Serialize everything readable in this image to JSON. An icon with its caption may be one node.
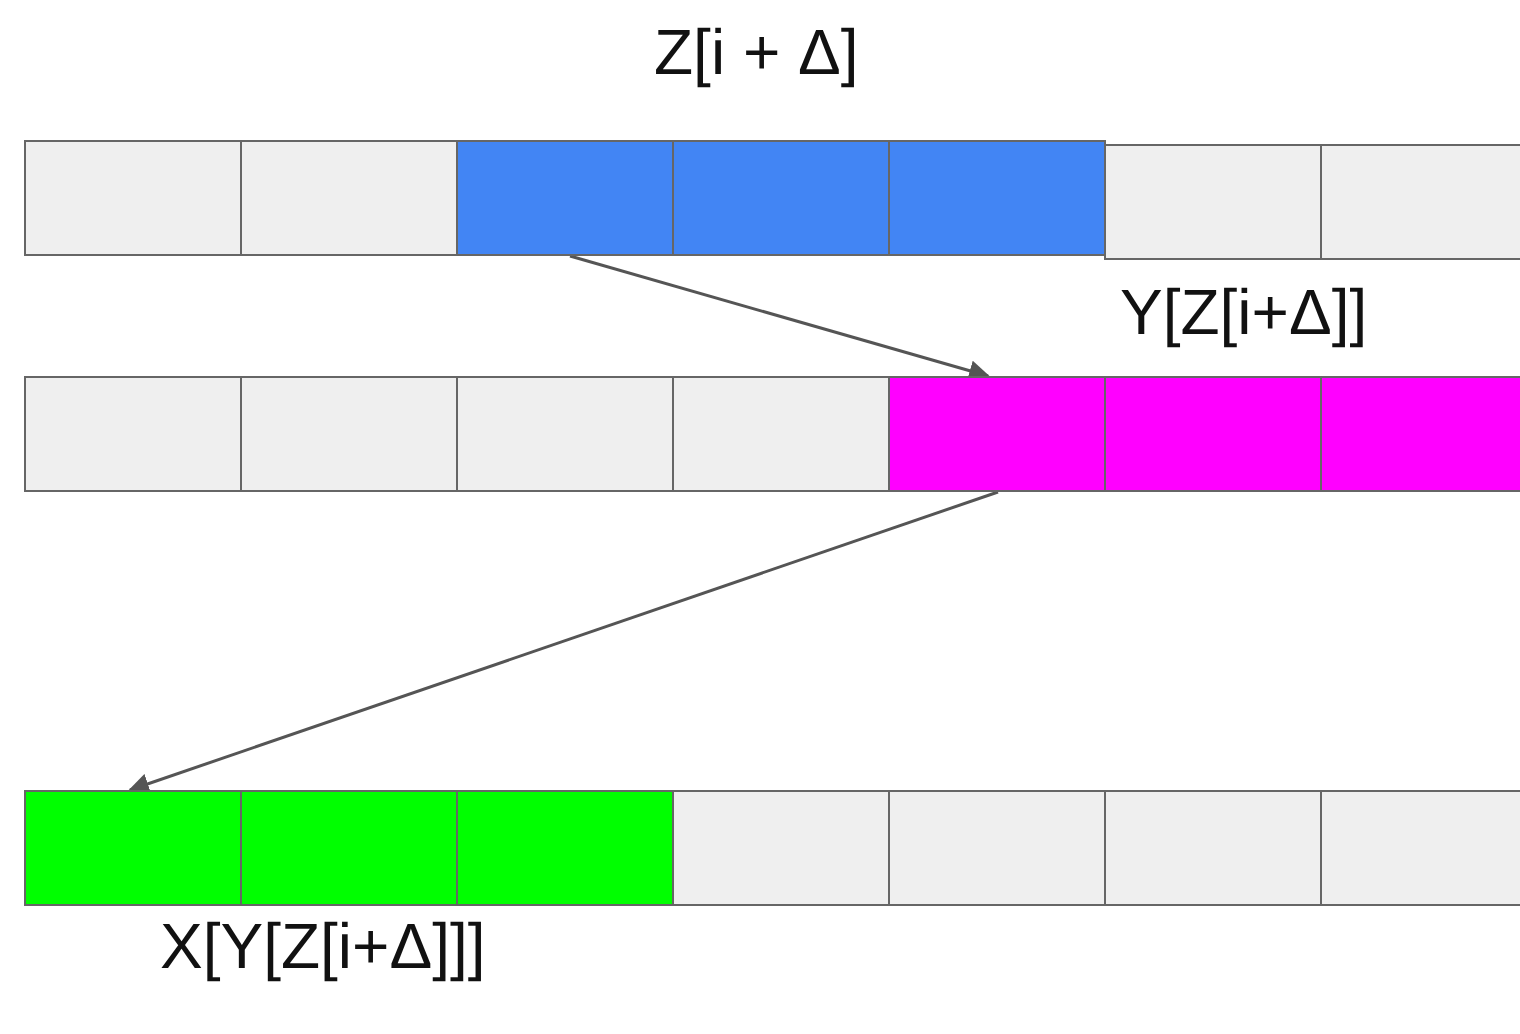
{
  "diagram": {
    "nodes": [
      {
        "text": [],
        "shape": "box"
      },
      {
        "text": [],
        "shape": "box"
      },
      {
        "text": [],
        "shape": "box"
      },
      {
        "text": [],
        "shape": "box"
      },
      {
        "text": [],
        "shape": "box"
      },
      {
        "text": [],
        "shape": "box"
      },
      {
        "text": [],
        "shape": "box"
      },
      {
        "text": [],
        "shape": "box"
      },
      {
        "text": [],
        "shape": "box"
      },
      {
        "text": [],
        "shape": "box"
      },
      {
        "text": [],
        "shape": "box"
      },
      {
        "text": [],
        "shape": "box"
      },
      {
        "text": [],
        "shape": "box"
      },
      {
        "text": [],
        "shape": "box"
      },
      {
        "text": [],
        "shape": "box"
      },
      {
        "text": [],
        "shape": "box"
      },
      {
        "text": [],
        "shape": "box"
      },
      {
        "text": [],
        "shape": "box"
      },
      {
        "text": [],
        "shape": "box"
      },
      {
        "text": [],
        "shape": "box"
      },
      {
        "text": [],
        "shape": "box"
      }
    ],
    "edges": [
      {
        "from": 2,
        "to": 11,
        "arrow": "to"
      },
      {
        "from": 11,
        "to": 14,
        "arrow": "to"
      }
    ],
    "labels": [
      "Z[i + Δ]",
      "Y[Z[i+Δ]]",
      "X[Y[Z[i+Δ]]]"
    ]
  }
}
